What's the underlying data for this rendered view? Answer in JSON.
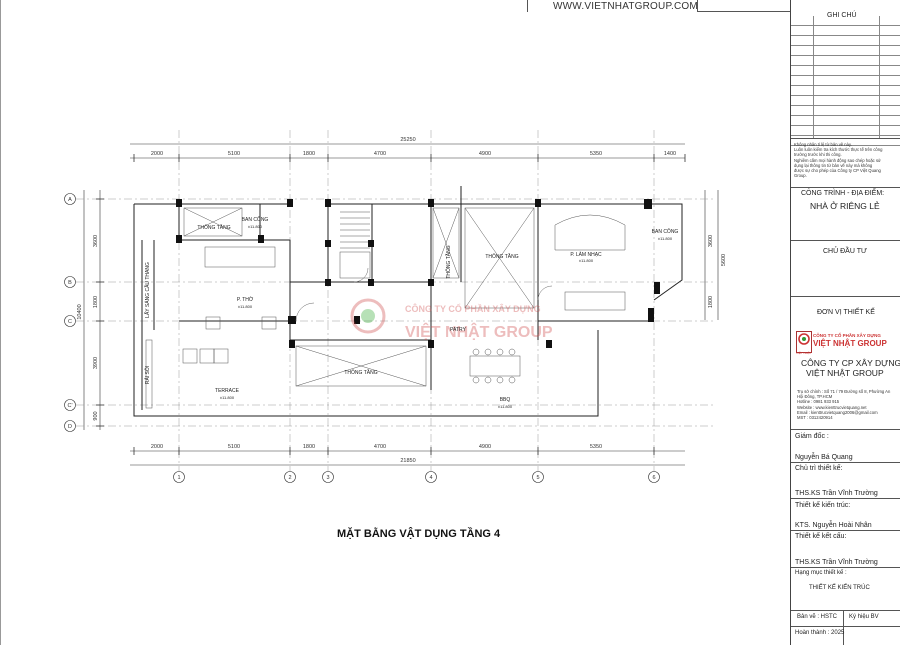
{
  "header": {
    "url": "WWW.VIETNHATGROUP.COM"
  },
  "drawing": {
    "title": "MẶT BẰNG VẬT DỤNG TẦNG 4",
    "total_dim_top": "25250",
    "total_dim_bottom": "21850",
    "dims_top": [
      "2000",
      "5100",
      "1800",
      "4700",
      "4900",
      "5350",
      "1400"
    ],
    "dims_bottom": [
      "2000",
      "5100",
      "1800",
      "4700",
      "4900",
      "5350"
    ],
    "dims_left": [
      "3600",
      "1800",
      "3900",
      "900"
    ],
    "dim_left_total": "10400",
    "dims_right": [
      "3600",
      "1800"
    ],
    "dim_right_total": "5600",
    "grid_rows": [
      "A",
      "B",
      "C",
      "C'",
      "D"
    ],
    "grid_cols": [
      "1",
      "2",
      "3",
      "4",
      "5",
      "6"
    ],
    "rooms": {
      "thong_tang_1": "THÔNG TẦNG",
      "ban_cong_1": "BAN CÔNG",
      "ban_cong_1_level": "±11.800",
      "p_tho": "P. THỜ",
      "p_tho_level": "±11.800",
      "lay_sang": "LẤY SÁNG CẦU THANG",
      "rai_soi": "RẢI SỎI",
      "terrace": "TERRACE",
      "terrace_level": "±11.800",
      "thong_tang_stair": "THÔNG TẦNG",
      "thong_tang_2": "THÔNG TẦNG",
      "p_lam_nhac": "P. LÀM NHẠC",
      "p_lam_nhac_level": "±11.800",
      "ban_cong_2": "BAN CÔNG",
      "ban_cong_2_level": "±11.800",
      "patry": "PATRY",
      "thong_tang_3": "THÔNG TẦNG",
      "bbq": "BBQ",
      "bbq_level": "±11.800"
    },
    "watermark": {
      "company": "CÔNG TY CỔ PHẦN XÂY DỰNG",
      "brand": "VIỆT NHẬT GROUP"
    }
  },
  "title_block": {
    "notes_title": "GHI CHÚ",
    "notes": [
      "Không nhân tỉ lệ từ bản vẽ này.",
      "Luôn luôn kiểm tra kích thước thực tế trên công",
      "trường trước khi thi công.",
      "Nghiêm cấm mọi hành động sao chép hoặc sử",
      "dụng lại thông tin từ bản vẽ này mà không",
      "được sự cho phép của Công ty CP Việt Quang",
      "Group."
    ],
    "project_label": "CÔNG TRÌNH - ĐỊA ĐIỂM:",
    "project_name": "NHÀ Ở RIÊNG LẺ",
    "owner_label": "CHỦ ĐẦU TƯ",
    "designer_label": "ĐƠN VỊ THIẾT KẾ",
    "logo_line1": "CÔNG TY CỔ PHẦN XÂY DỰNG",
    "logo_line2": "VIỆT NHẬT GROUP",
    "logo_badge": "VIỆT NHẬT",
    "company_line1": "CÔNG TY CP XÂY DỰNG",
    "company_line2": "VIỆT NHẬT GROUP",
    "address": [
      "Trụ sở chính : Số 71 / 79 Đường số 8, Phường An",
      "Hội Đông, TP.HCM",
      "Hotline : 0981 933 915",
      "Website : www.kienttrucvietquang.net",
      "Email : kienttrucvietquang2006@gmail.com",
      "MST : 0312420914"
    ],
    "director_label": "Giám đốc :",
    "director_name": "Nguyễn Bá Quang",
    "chief_label": "Chủ trì thiết kế:",
    "chief_name": "THS.KS Trần Vĩnh Trường",
    "arch_label": "Thiết kế kiến trúc:",
    "arch_name": "KTS. Nguyễn Hoài Nhân",
    "struct_label": "Thiết kế kết cấu:",
    "struct_name": "THS.KS Trần Vĩnh Trường",
    "item_label": "Hạng mục thiết kế :",
    "item_value": "THIẾT KẾ KIẾN TRÚC",
    "drawing_label": "Bản vẽ : HSTC",
    "symbol_label": "Ký hiệu BV",
    "completed_label": "Hoàn thành : 2025"
  }
}
